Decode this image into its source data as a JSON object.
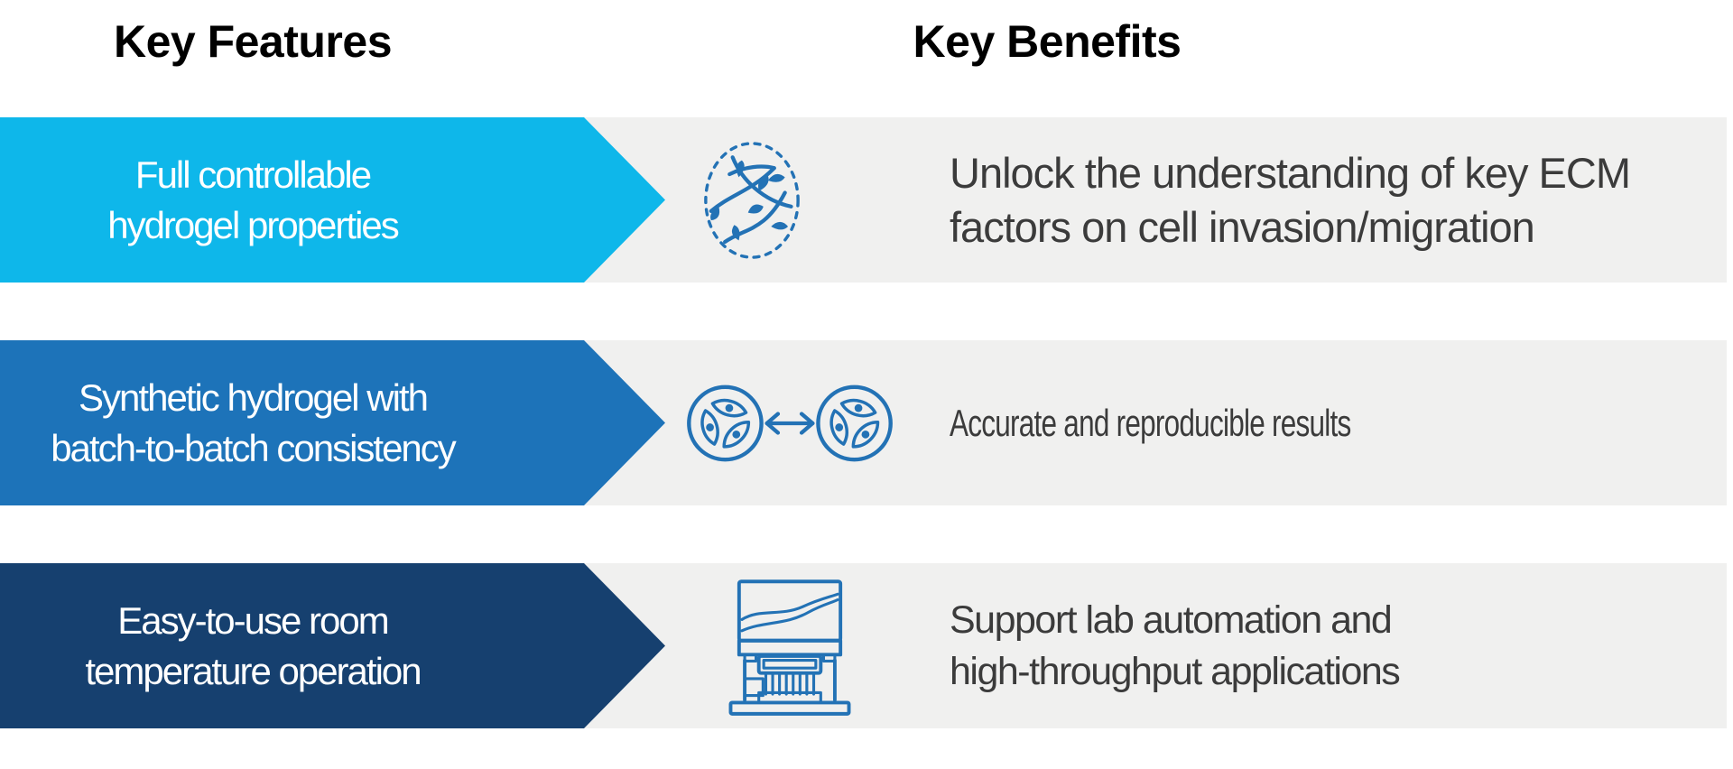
{
  "colors": {
    "page_bg": "#ffffff",
    "band_bg": "#f0f0ef",
    "row1_arrow": "#0eb7ea",
    "row2_arrow": "#1d73b9",
    "row3_arrow": "#16406f",
    "icon_stroke": "#2372b5",
    "feature_text": "#ffffff",
    "benefit_text": "#3b3b3b",
    "title_text": "#000000"
  },
  "headers": {
    "features": "Key Features",
    "benefits": "Key Benefits"
  },
  "rows": [
    {
      "feature_line1": "Full controllable",
      "feature_line2": "hydrogel properties",
      "icon": "ecm-network-icon",
      "benefit_line1": "Unlock the understanding of key ECM",
      "benefit_line2": "factors on cell invasion/migration"
    },
    {
      "feature_line1": "Synthetic hydrogel with",
      "feature_line2": "batch-to-batch consistency",
      "icon": "batch-consistency-icon",
      "benefit_line1": "Accurate and reproducible results",
      "benefit_line2": ""
    },
    {
      "feature_line1": "Easy-to-use room",
      "feature_line2": "temperature operation",
      "icon": "lab-automation-icon",
      "benefit_line1": "Support lab automation and",
      "benefit_line2": "high-throughput applications"
    }
  ]
}
